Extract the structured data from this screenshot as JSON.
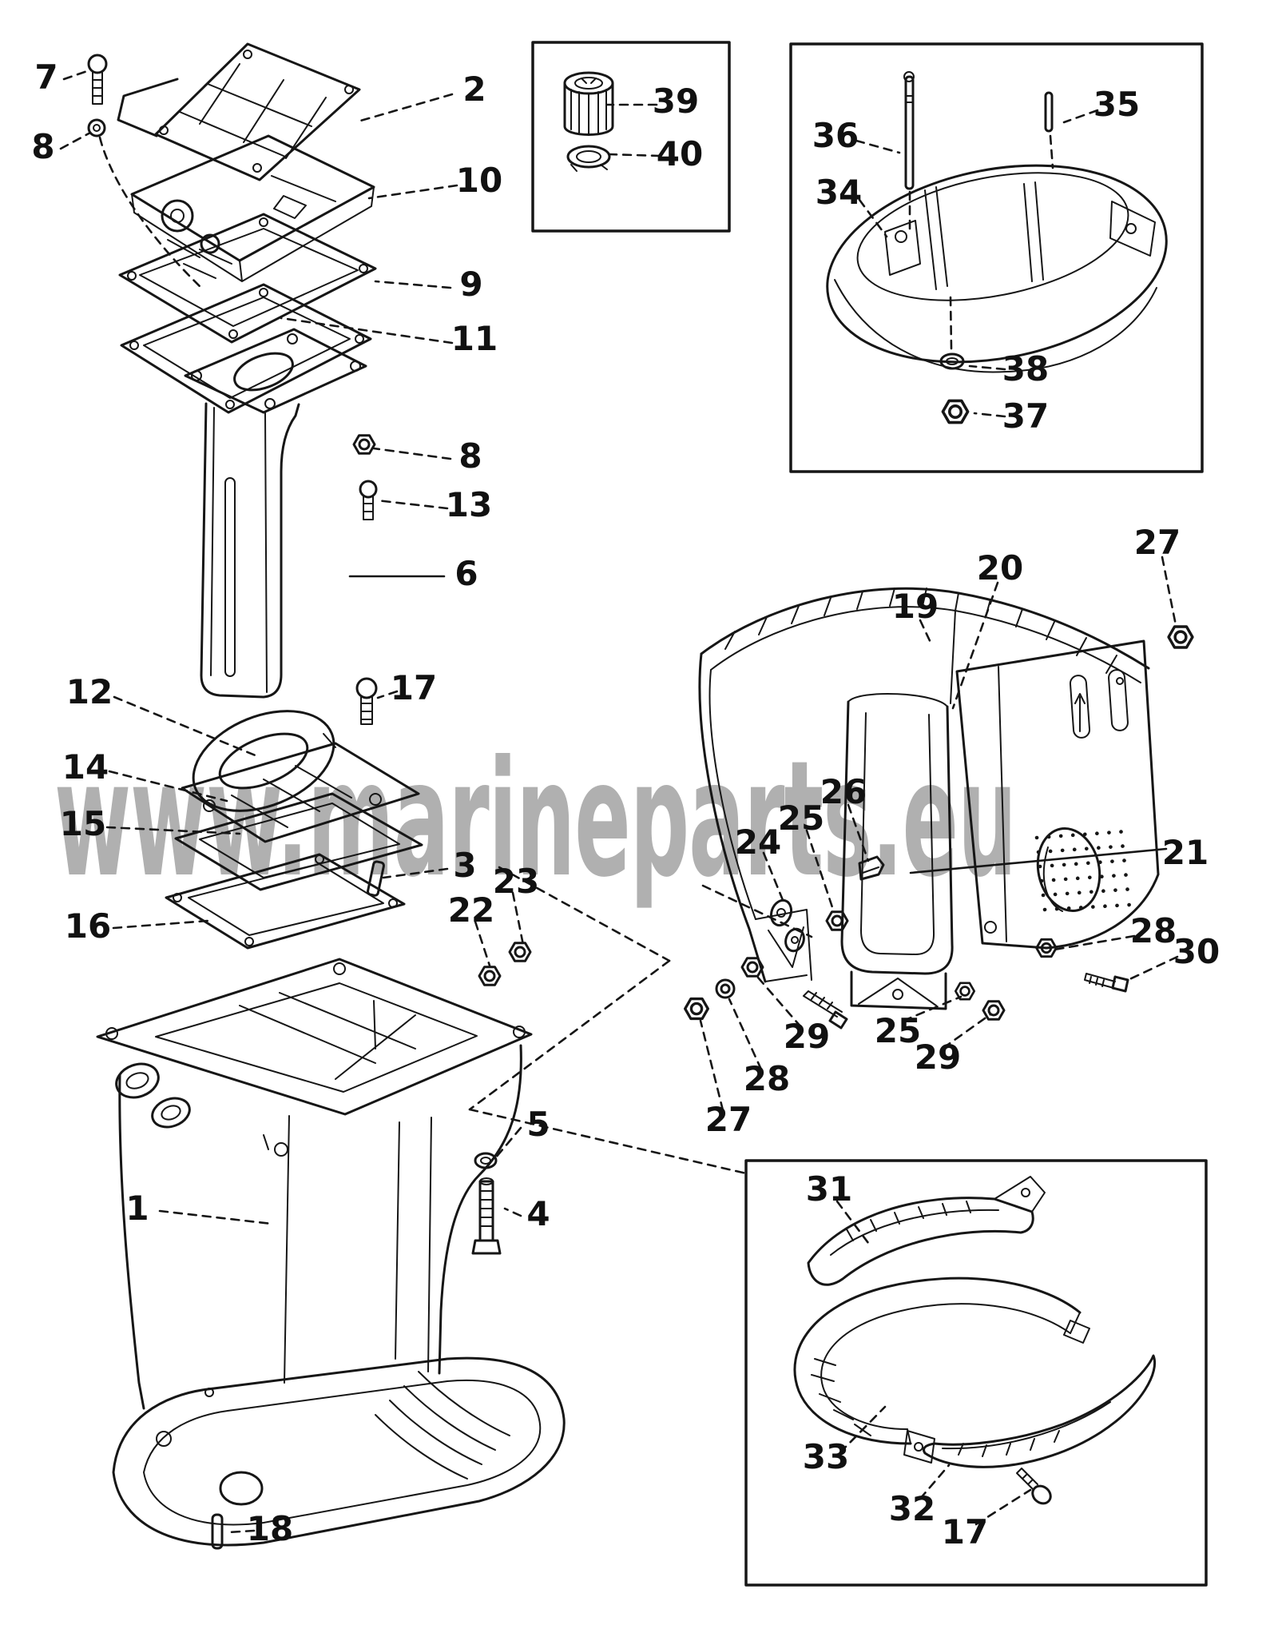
{
  "diagram": {
    "watermark": "www.marineparts.eu",
    "ink_color": "#161616",
    "watermark_color": "#b0b0b0",
    "background": "#ffffff",
    "callouts": [
      {
        "label": "7"
      },
      {
        "label": "8"
      },
      {
        "label": "2"
      },
      {
        "label": "10"
      },
      {
        "label": "9"
      },
      {
        "label": "11"
      },
      {
        "label": "8"
      },
      {
        "label": "13"
      },
      {
        "label": "6"
      },
      {
        "label": "12"
      },
      {
        "label": "14"
      },
      {
        "label": "15"
      },
      {
        "label": "16"
      },
      {
        "label": "17"
      },
      {
        "label": "3"
      },
      {
        "label": "23"
      },
      {
        "label": "22"
      },
      {
        "label": "1"
      },
      {
        "label": "5"
      },
      {
        "label": "4"
      },
      {
        "label": "18"
      },
      {
        "label": "39"
      },
      {
        "label": "40"
      },
      {
        "label": "36"
      },
      {
        "label": "34"
      },
      {
        "label": "35"
      },
      {
        "label": "38"
      },
      {
        "label": "37"
      },
      {
        "label": "19"
      },
      {
        "label": "20"
      },
      {
        "label": "27"
      },
      {
        "label": "21"
      },
      {
        "label": "26"
      },
      {
        "label": "25"
      },
      {
        "label": "24"
      },
      {
        "label": "29"
      },
      {
        "label": "28"
      },
      {
        "label": "27"
      },
      {
        "label": "25"
      },
      {
        "label": "29"
      },
      {
        "label": "28"
      },
      {
        "label": "30"
      },
      {
        "label": "31"
      },
      {
        "label": "33"
      },
      {
        "label": "32"
      },
      {
        "label": "17"
      }
    ]
  }
}
